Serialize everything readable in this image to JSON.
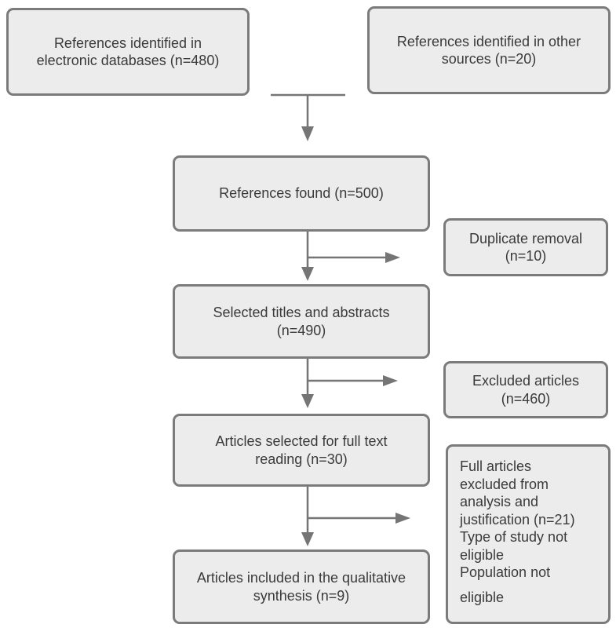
{
  "colors": {
    "background": "#ffffff",
    "box_fill": "#ececec",
    "box_border": "#7b7b7b",
    "arrow": "#757575",
    "text": "#3a3a3a"
  },
  "flowchart": {
    "boxes": {
      "identified_databases": {
        "text": "References identified in\nelectronic databases (n=480)"
      },
      "identified_other": {
        "text": "References identified in other\nsources (n=20)"
      },
      "references_found": {
        "text": "References found (n=500)"
      },
      "duplicate_removal": {
        "text": "Duplicate removal\n(n=10)"
      },
      "selected_titles": {
        "text": "Selected titles and abstracts\n(n=490)"
      },
      "excluded_articles": {
        "text": "Excluded articles\n(n=460)"
      },
      "full_text_reading": {
        "text": "Articles selected for full text\nreading (n=30)"
      },
      "full_articles_excluded": {
        "text": "Full articles\nexcluded from\nanalysis and\njustification (n=21)\nType of study not\neligible\nPopulation not",
        "text2": "eligible"
      },
      "qualitative_synthesis": {
        "text": "Articles included in the qualitative\nsynthesis (n=9)"
      }
    }
  }
}
